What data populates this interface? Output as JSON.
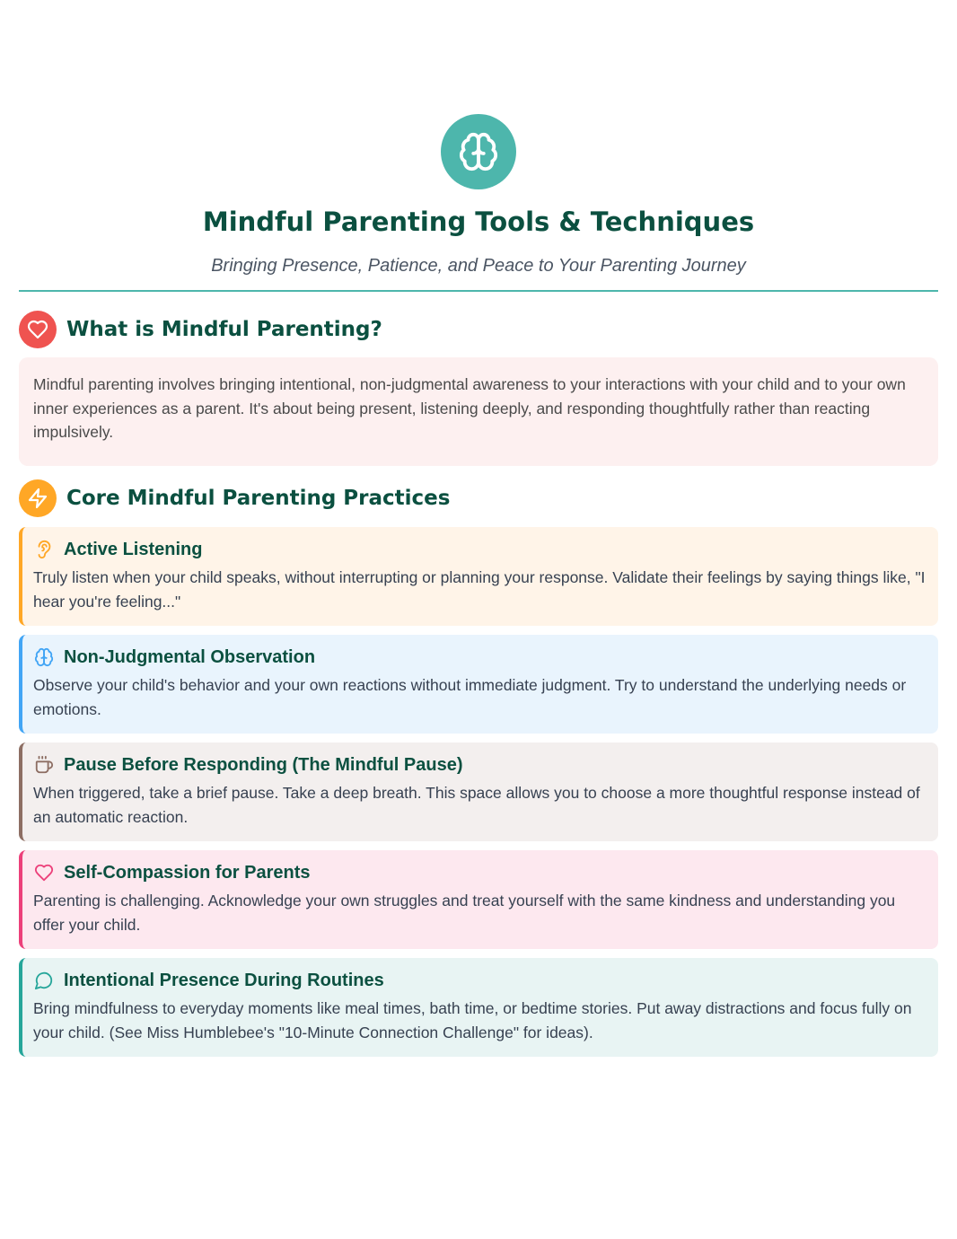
{
  "header": {
    "icon": "brain-icon",
    "title": "Mindful Parenting Tools & Techniques",
    "subtitle": "Bringing Presence, Patience, and Peace to Your Parenting Journey"
  },
  "colors": {
    "primary": "#0b5040",
    "accent": "#4db6ac",
    "intro_icon_bg": "#ef5350",
    "practices_icon_bg": "#ffa726"
  },
  "intro": {
    "icon": "heart-icon",
    "heading": "What is Mindful Parenting?",
    "body": "Mindful parenting involves bringing intentional, non-judgmental awareness to your interactions with your child and to your own inner experiences as a parent. It's about being present, listening deeply, and responding thoughtfully rather than reacting impulsively."
  },
  "practices": {
    "icon": "lightning-icon",
    "heading": "Core Mindful Parenting Practices",
    "items": [
      {
        "icon": "ear-icon",
        "title": "Active Listening",
        "body": "Truly listen when your child speaks, without interrupting or planning your response. Validate their feelings by saying things like, \"I hear you're feeling...\"",
        "border_color": "#ffa726",
        "bg_color": "#fff4e8"
      },
      {
        "icon": "brain-icon",
        "title": "Non-Judgmental Observation",
        "body": "Observe your child's behavior and your own reactions without immediate judgment. Try to understand the underlying needs or emotions.",
        "border_color": "#42a5f5",
        "bg_color": "#e9f4fd"
      },
      {
        "icon": "coffee-cup-icon",
        "title": "Pause Before Responding (The Mindful Pause)",
        "body": "When triggered, take a brief pause. Take a deep breath. This space allows you to choose a more thoughtful response instead of an automatic reaction.",
        "border_color": "#8d6e63",
        "bg_color": "#f3efee"
      },
      {
        "icon": "heart-icon",
        "title": "Self-Compassion for Parents",
        "body": "Parenting is challenging. Acknowledge your own struggles and treat yourself with the same kindness and understanding you offer your child.",
        "border_color": "#ec407a",
        "bg_color": "#fde8ef"
      },
      {
        "icon": "chat-bubble-icon",
        "title": "Intentional Presence During Routines",
        "body": "Bring mindfulness to everyday moments like meal times, bath time, or bedtime stories. Put away distractions and focus fully on your child. (See Miss Humblebee's \"10-Minute Connection Challenge\" for ideas).",
        "border_color": "#26a69a",
        "bg_color": "#e8f4f3"
      }
    ]
  }
}
